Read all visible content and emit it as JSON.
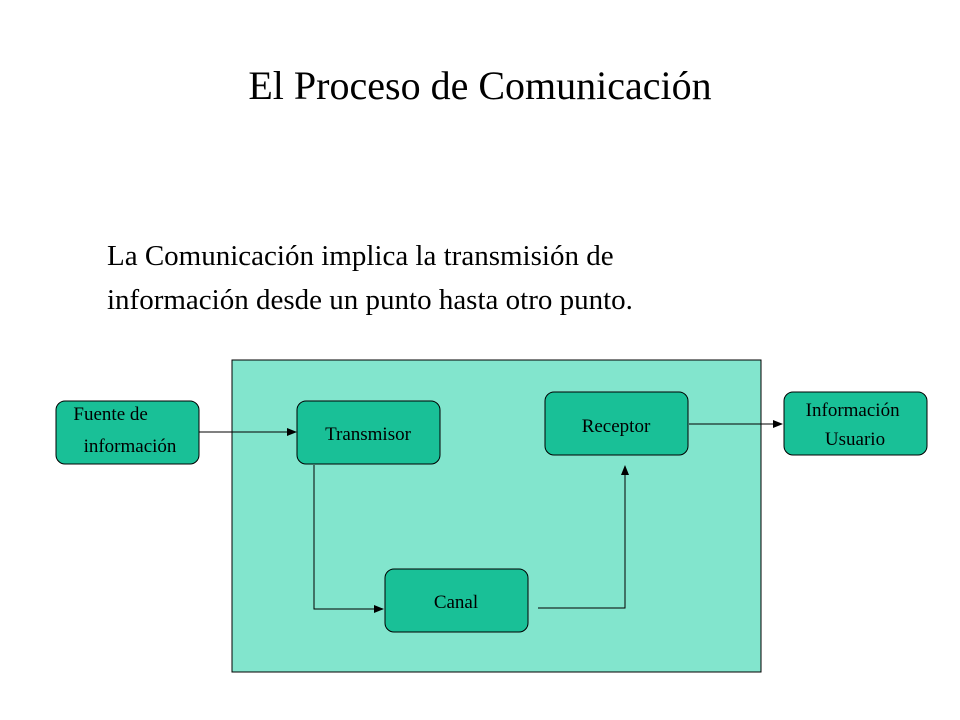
{
  "slide": {
    "title": "El Proceso de Comunicación",
    "body_lines": [
      "La Comunicación  implica la transmisión de",
      "información desde un punto hasta otro punto."
    ]
  },
  "diagram": {
    "colors": {
      "container_fill": "#82e5cd",
      "box_fill": "#19c097",
      "stroke": "#000000"
    },
    "nodes": {
      "fuente": {
        "lines": [
          "Fuente de",
          "información"
        ]
      },
      "transmisor": {
        "lines": [
          "Transmisor"
        ]
      },
      "receptor": {
        "lines": [
          "Receptor"
        ]
      },
      "canal": {
        "lines": [
          "Canal"
        ]
      },
      "usuario": {
        "lines": [
          "Información",
          "Usuario"
        ]
      }
    }
  }
}
